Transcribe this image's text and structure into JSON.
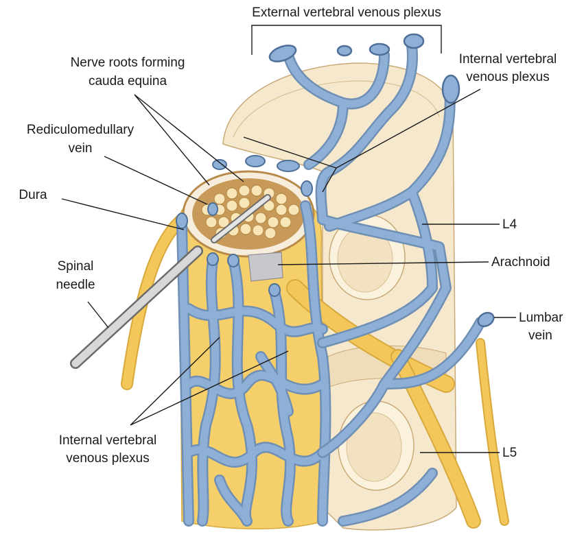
{
  "labels": {
    "external_plexus": "External vertebral venous plexus",
    "internal_plexus_top_line1": "Internal vertebral",
    "internal_plexus_top_line2": "venous plexus",
    "nerve_roots_line1": "Nerve roots forming",
    "nerve_roots_line2": "cauda equina",
    "radiculomedullary_line1": "Rediculomedullary",
    "radiculomedullary_line2": "vein",
    "dura": "Dura",
    "spinal_needle_line1": "Spinal",
    "spinal_needle_line2": "needle",
    "l4": "L4",
    "arachnoid": "Arachnoid",
    "lumbar_vein_line1": "Lumbar",
    "lumbar_vein_line2": "vein",
    "internal_plexus_bottom_line1": "Internal vertebral",
    "internal_plexus_bottom_line2": "venous plexus",
    "l5": "L5"
  },
  "colors": {
    "vein": "#8fb0d6",
    "vein_outline": "#6f8fb5",
    "bone": "#f6e8cc",
    "dura_fat": "#f5cf6a",
    "nerve": "#f3c75a",
    "needle": "#c8c8c8"
  }
}
